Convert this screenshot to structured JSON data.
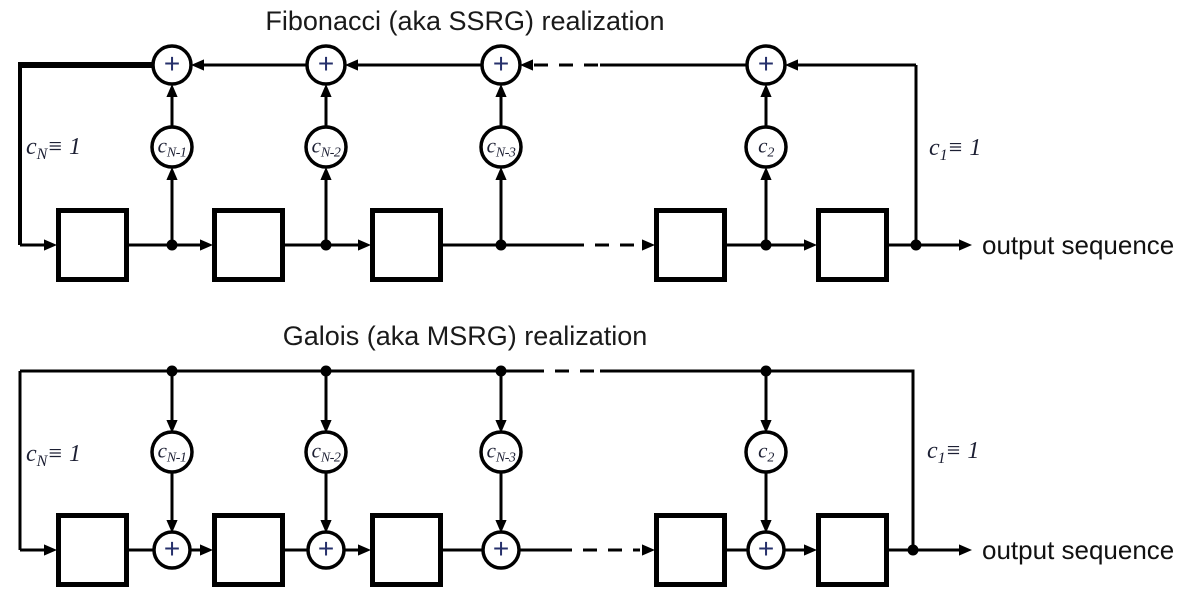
{
  "colors": {
    "line": "#000000",
    "title_text": "#1a1a1a",
    "glyph_text": "#1c1f33",
    "adder_plus": "#26306b",
    "background": "#ffffff"
  },
  "diagrams": [
    {
      "type": "fibonacci",
      "title": "Fibonacci (aka SSRG) realization",
      "adder_symbol": "+",
      "left_label": {
        "base": "c",
        "sub": "N",
        "rest": "≡ 1"
      },
      "right_label": {
        "base": "c",
        "sub": "1",
        "rest": "≡ 1"
      },
      "taps": [
        {
          "base": "c",
          "sub": "N-1"
        },
        {
          "base": "c",
          "sub": "N-2"
        },
        {
          "base": "c",
          "sub": "N-3"
        },
        {
          "base": "c",
          "sub": "2"
        }
      ],
      "register_count_visible": 5,
      "output_label": "output sequence"
    },
    {
      "type": "galois",
      "title": "Galois (aka MSRG) realization",
      "adder_symbol": "+",
      "left_label": {
        "base": "c",
        "sub": "N",
        "rest": "≡ 1"
      },
      "right_label": {
        "base": "c",
        "sub": "1",
        "rest": "≡ 1"
      },
      "taps": [
        {
          "base": "c",
          "sub": "N-1"
        },
        {
          "base": "c",
          "sub": "N-2"
        },
        {
          "base": "c",
          "sub": "N-3"
        },
        {
          "base": "c",
          "sub": "2"
        }
      ],
      "register_count_visible": 5,
      "output_label": "output sequence"
    }
  ]
}
